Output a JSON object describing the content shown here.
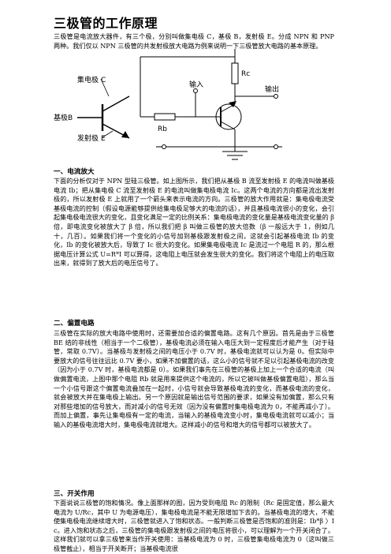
{
  "title": "三极管的工作原理",
  "intro": "三极管是电流放大器件，有三个极，分别叫做集电极 C，基极 B，发射极 E。分成 NPN 和 PNP 两种。我们仅以 NPN 三极管的共发射极放大电路为例来说明一下三极管放大电路的基本原理。",
  "diagram": {
    "label_base": "基极",
    "label_b": "B",
    "label_collector": "集电极",
    "label_c": "C",
    "label_emitter": "发射极",
    "label_e": "E",
    "label_input": "输入",
    "label_output": "输出",
    "label_rc": "Rc",
    "label_rb": "Rb"
  },
  "sections": [
    {
      "heading": "一、电流放大",
      "text": "下面的分析仅对于 NPN 型硅三极管。如上图所示，我们把从基极 B 流至发射极 E 的电流叫做基极电流 Ib；把从集电极 C 流至发射极 E 的电流叫做集电极电流 Ic。这两个电流的方向都是流出发射极的，所以发射极 E 上就用了一个箭头来表示电流的方向。三极管的放大作用就是：集电极电流受基极电流的控制（假设电源能够提供给集电极足够大的电流的话），并且基极电流很小的变化，会引起集电极电流很大的变化，且变化满足一定的比例关系：集电极电流的变化量是基极电流变化量的 β 倍，即电流变化被放大了 β 倍，所以我们把 β 叫做三极管的放大倍数（β 一般远大于 1，例如几十，几百）。如果我们将一个变化的小信号加到基极跟发射极之间，这就会引起基极电流 Ib 的变化，Ib 的变化被放大后，导致了 Ic 很大的变化。如果集电极电流 Ic 是流过一个电阻 R 的，那么根据电压计算公式 U=R*I 可以算得，这电阻上电压就会发生很大的变化。我们将这个电阻上的电压取出来，就得到了放大后的电压信号了。"
    },
    {
      "heading": "二、偏置电路",
      "text": "三极管在实际的放大电路中使用时，还需要加合适的偏置电路。这有几个原因。首先是由于三极管 BE 结的非线性（相当于一个二极管），基极电流必须在输入电压大到一定程度后才能产生（对于硅管，常取 0.7V）。当基极与发射极之间的电压小于 0.7V 时，基极电流就可以认为是 0。但实际中要放大的信号往往远比 0.7V 要小，如果不加偏置的话，这么小的信号就不足以引起基极电流的改变（因为小于 0.7V 时，基极电流都是 0）。如果我们事先在三极管的基极上加上一个合适的电流（叫做偏置电流，上图中那个电阻 Rb 就是用来提供这个电流的，所以它被叫做基极偏置电阻），那么当一个小信号跟这个偏置电流叠加在一起时，小信号就会导致基极电流的变化，而基极电流的变化，就会被放大并在集电极上输出。另一个原因就是输出信号范围的要求，如果没有加偏置，那么只有对那些增加的信号放大，而对减小的信号无效（因为没有偏置时集电极电流为 0，不能再减小了）。而加上偏置，事先让集电极有一定的电流，当输入的基极电流变小时，集电极电流就可以减小；当输入的基极电流增大时，集电极电流就增大。这样减小的信号和增大的信号都可以被放大了。"
    },
    {
      "heading": "三、开关作用",
      "text": "下面说说三极管的饱和情况。像上面那样的图，因为受到电阻 Rc 的限制（Rc 是固定值，那么最大电流为 U/Rc，其中 U 为电源电压），集电极电流是不能无限增加下去的。当基极电流的增大，不能使集电极电流继续增大时，三极管就进入了饱和状态。一般判断三极管是否饱和的准则是：Ib*β 〉Ic。进入饱和状态之后，三极管的集电极跟发射极之间的电压将很小，可以理解为一个开关闭合了。这样我们就可以拿三极管来当作开关使用：当基极电流为 0 时，三极管集电极电流为 0（这叫做三极管截止），相当于开关断开；当基极电流很"
    }
  ]
}
